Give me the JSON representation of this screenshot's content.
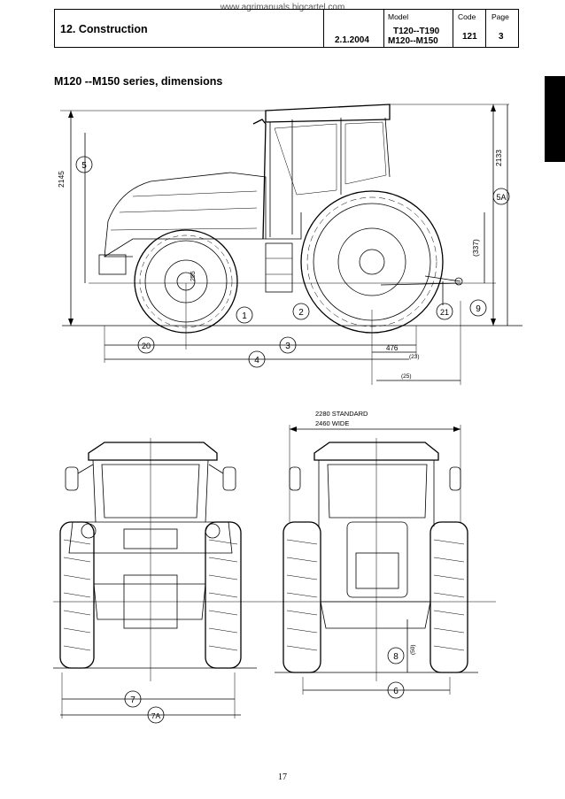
{
  "watermark": "www.agrimanuals.bigcartel.com",
  "header": {
    "section": "12. Construction",
    "date": "2.1.2004",
    "model_label": "Model",
    "model_line1": "T120--T190",
    "model_line2": "M120--M150",
    "code_label": "Code",
    "code_value": "121",
    "page_label": "Page",
    "page_value": "3"
  },
  "subtitle": "M120 --M150 series, dimensions",
  "side_view": {
    "callouts": [
      "1",
      "2",
      "3",
      "4",
      "5",
      "5A",
      "9",
      "20",
      "21"
    ],
    "dims": {
      "overall_height": "2145",
      "cab_height": "2133",
      "wheelbase_ext": "(337)",
      "front_axle": "255",
      "rear_offset": "476",
      "rear_a": "(23)",
      "rear_b": "(25)"
    }
  },
  "front_view": {
    "callouts": [
      "7",
      "7A"
    ]
  },
  "rear_view": {
    "callouts": [
      "6",
      "8"
    ],
    "width_standard": "2280 STANDARD",
    "width_wide": "2460 WIDE",
    "clearance": "(50)"
  },
  "page_number": "17"
}
